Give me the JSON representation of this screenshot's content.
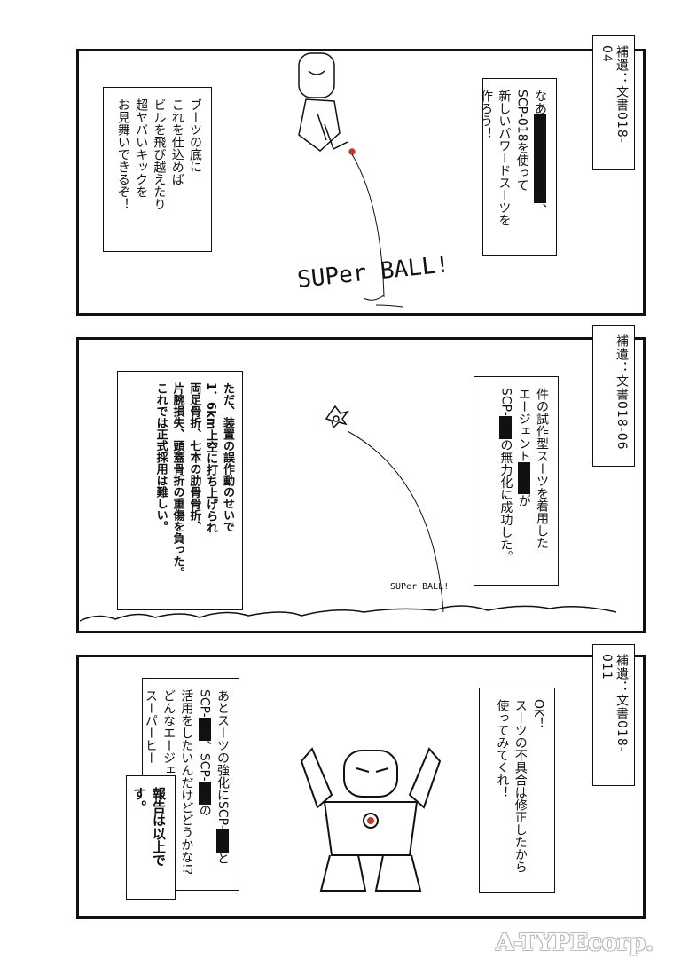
{
  "panels": [
    {
      "tag": "補遺：文書018-04",
      "narration_lines": [
        "なあ",
        "SCP-018を使って",
        "新しいパワードスーツを",
        "作ろう！"
      ],
      "speech_lines": [
        "ブーツの底に",
        "これを仕込めば",
        "ビルを飛び越えたり",
        "超ヤバいキックを",
        "お見舞いできるぞ！"
      ],
      "sfx": "SUPer BALL!"
    },
    {
      "tag": "補遺：文書018-06",
      "narration_lines": [
        "件の試作型スーツを着用した",
        "エージェント",
        "SCP-",
        "の無力化に成功した。"
      ],
      "speech_lines": [
        "ただ、装置の誤作動のせいで",
        "1．6km上空に打ち上げられ",
        "両足骨折、七本の肋骨骨折、",
        "片腕損失、頭蓋骨折の重傷を負った。",
        "これでは正式採用は難しい。"
      ],
      "sfx": "SUPer BALL!"
    },
    {
      "tag": "補遺：文書018-011",
      "narration_lines": [
        "OK！",
        "スーツの不具合は修正したから",
        "使ってみてくれ！"
      ],
      "speech_lines": [
        "あとスーツの強化にSCP-",
        "SCP-",
        "活用をしたいんだけどどうかな!?",
        "どんなエージェントでも一瞬で",
        "スーパーヒー"
      ],
      "speech_fragments": {
        "to": "と",
        "comma": "、",
        "no": "の"
      },
      "report": "報告は以上です。"
    }
  ],
  "watermark": "A-TYPEcorp."
}
